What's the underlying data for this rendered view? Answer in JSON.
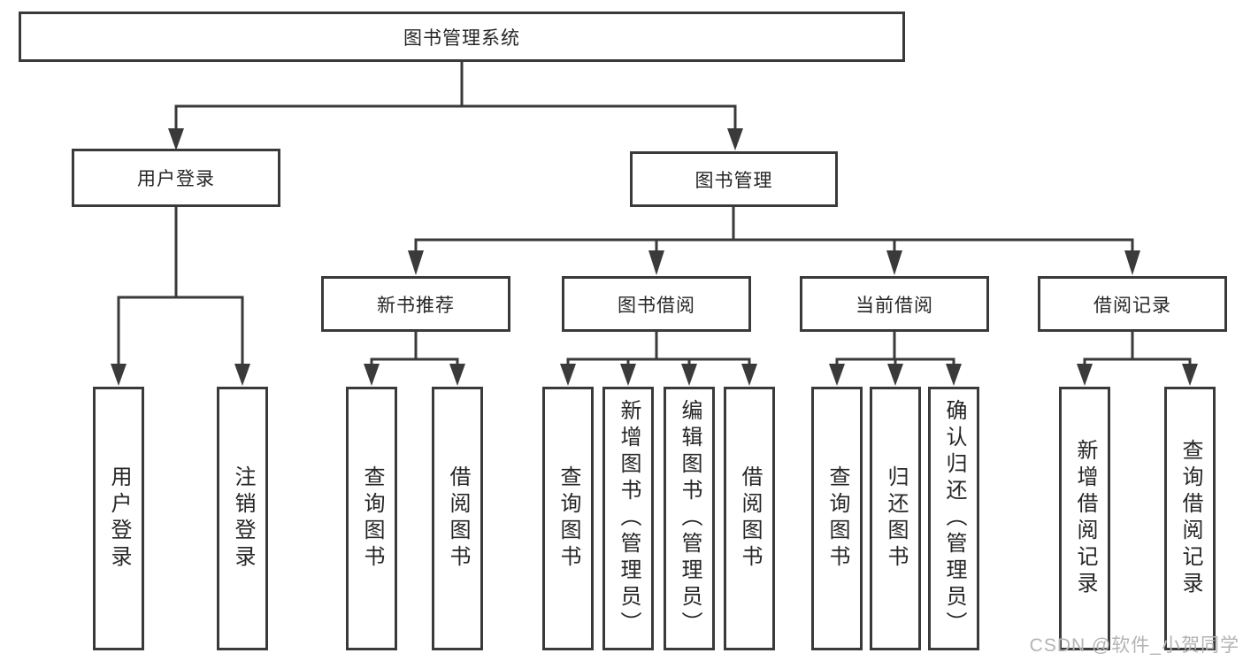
{
  "diagram": {
    "root": {
      "label": "图书管理系统"
    },
    "level2": {
      "user_login": {
        "label": "用户登录"
      },
      "book_mgmt": {
        "label": "图书管理"
      }
    },
    "level3": {
      "new_books": {
        "label": "新书推荐"
      },
      "book_borrow": {
        "label": "图书借阅"
      },
      "current_borrow": {
        "label": "当前借阅"
      },
      "borrow_records": {
        "label": "借阅记录"
      }
    },
    "leaves": {
      "login": {
        "label": "用户登录"
      },
      "logout": {
        "label": "注销登录"
      },
      "nb_query_books": {
        "label": "查询图书"
      },
      "nb_borrow_books": {
        "label": "借阅图书"
      },
      "bb_query_books": {
        "label": "查询图书"
      },
      "bb_add_books": {
        "label": "新增图书（管理员）"
      },
      "bb_edit_books": {
        "label": "编辑图书（管理员）"
      },
      "bb_borrow_books": {
        "label": "借阅图书"
      },
      "cb_query_books": {
        "label": "查询图书"
      },
      "cb_return_books": {
        "label": "归还图书"
      },
      "cb_confirm_return": {
        "label": "确认归还（管理员）"
      },
      "rec_add_record": {
        "label": "新增借阅记录"
      },
      "rec_query_record": {
        "label": "查询借阅记录"
      }
    }
  },
  "watermark": "CSDN @软件_小贺同学",
  "colors": {
    "line": "#3a3a3a",
    "box_border": "#3a3a3a",
    "box_bg": "#ffffff",
    "text": "#262626",
    "watermark": "#b3b3b3"
  }
}
